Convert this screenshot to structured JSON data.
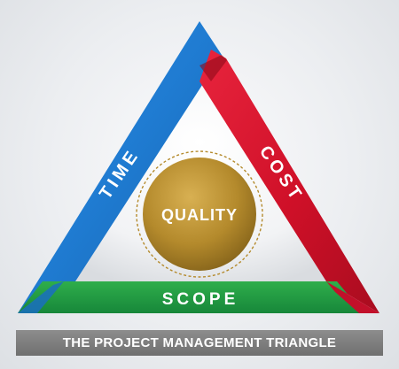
{
  "diagram": {
    "sides": {
      "left": "TIME",
      "right": "COST",
      "bottom": "SCOPE"
    },
    "center": "QUALITY",
    "title": "THE PROJECT MANAGEMENT TRIANGLE"
  },
  "colors": {
    "time": "#1f7bd1",
    "cost": "#d0112b",
    "scope": "#1f9a3a",
    "quality": "#b48a2c",
    "title_bar": "#7a7a7a",
    "background": "#e9ebee"
  }
}
